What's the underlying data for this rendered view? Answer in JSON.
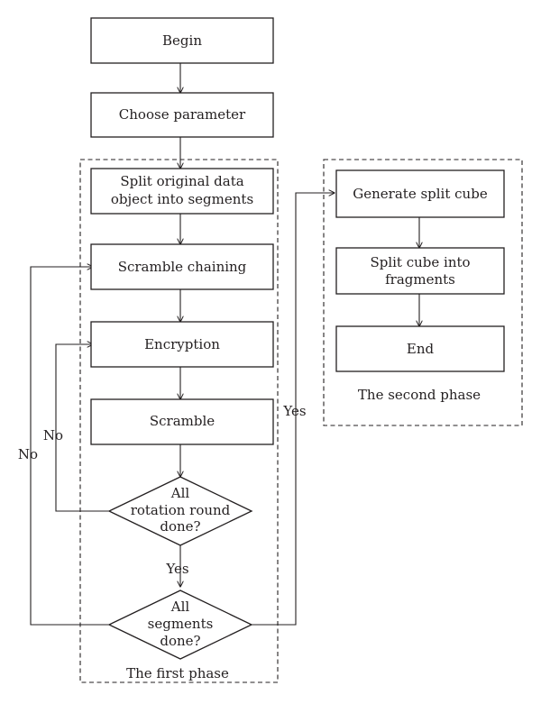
{
  "nodes": {
    "begin": "Begin",
    "choose_parameter": "Choose parameter",
    "split_original": [
      "Split original data",
      "object into segments"
    ],
    "scramble_chaining": "Scramble chaining",
    "encryption": "Encryption",
    "scramble": "Scramble",
    "rotation_decision": [
      "All",
      "rotation round",
      "done?"
    ],
    "segments_decision": [
      "All",
      "segments",
      "done?"
    ],
    "generate_split_cube": "Generate split cube",
    "split_cube_fragments": [
      "Split cube into",
      "fragments"
    ],
    "end": "End"
  },
  "edge_labels": {
    "rotation_yes": "Yes",
    "rotation_no": "No",
    "segments_yes": "Yes",
    "segments_no": "No"
  },
  "phases": {
    "first": "The first phase",
    "second": "The second phase"
  },
  "colors": {
    "stroke": "#231f20",
    "background": "#ffffff"
  }
}
